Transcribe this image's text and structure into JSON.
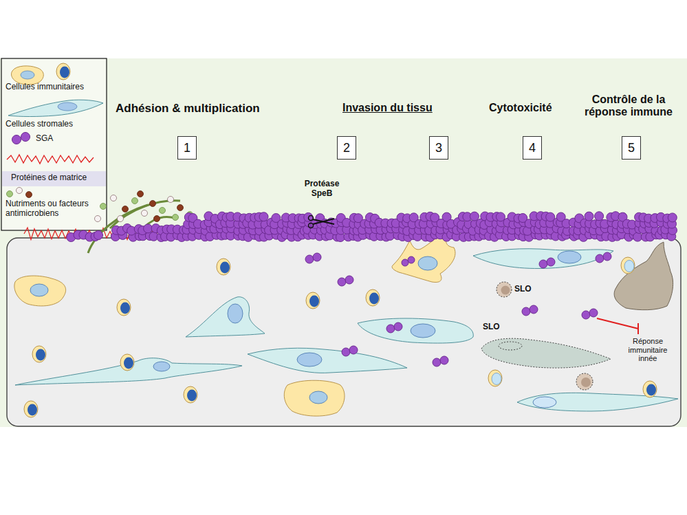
{
  "diagram": {
    "nodes": [
      {
        "text": [
          "1"
        ]
      },
      {
        "text": [
          "2"
        ]
      },
      {
        "text": [
          "3"
        ]
      },
      {
        "text": [
          "4"
        ]
      },
      {
        "text": [
          "5"
        ]
      }
    ],
    "labels": [
      "Adhésion & multiplication",
      "Invasion du tissu",
      "Cytotoxicité",
      "Contrôle de la réponse immune",
      "Protéase SpeB",
      "SLO",
      "SLO",
      "Réponse immunitaire innée"
    ],
    "legend": [
      {
        "text": "Cellules immunitaires"
      },
      {
        "text": "Cellules stromales"
      },
      {
        "text": "SGA"
      },
      {
        "text": "Protéines de matrice"
      },
      {
        "text": "Nutriments ou facteurs antimicrobiens"
      }
    ]
  }
}
